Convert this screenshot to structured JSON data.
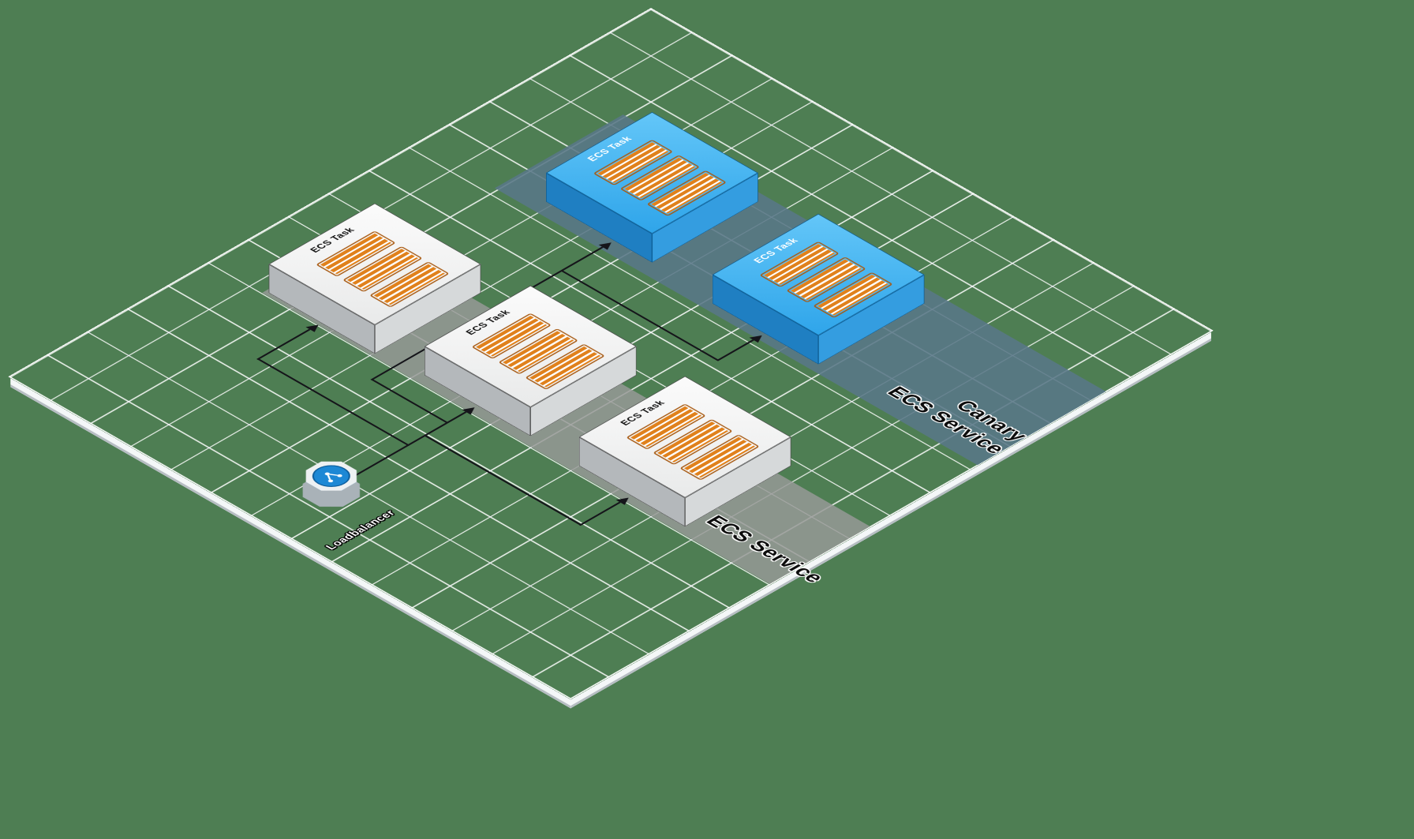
{
  "diagram": {
    "type": "isometric-architecture",
    "zones": {
      "standard": {
        "label": "ECS Service"
      },
      "canary": {
        "line1": "Canary",
        "line2": "ECS Service"
      }
    },
    "nodes": {
      "loadbalancer": {
        "label": "Loadbalancer"
      },
      "tasks": [
        {
          "id": "task-1",
          "label": "ECS Task",
          "service": "ECS Service"
        },
        {
          "id": "task-2",
          "label": "ECS Task",
          "service": "ECS Service"
        },
        {
          "id": "task-3",
          "label": "ECS Task",
          "service": "ECS Service"
        },
        {
          "id": "canary-task-1",
          "label": "ECS Task",
          "service": "Canary ECS Service"
        },
        {
          "id": "canary-task-2",
          "label": "ECS Task",
          "service": "Canary ECS Service"
        }
      ]
    },
    "connections": [
      {
        "from": "loadbalancer",
        "to": "task-1"
      },
      {
        "from": "loadbalancer",
        "to": "task-2"
      },
      {
        "from": "loadbalancer",
        "to": "task-3"
      },
      {
        "from": "loadbalancer",
        "to": "canary-task-1"
      },
      {
        "from": "loadbalancer",
        "to": "canary-task-2"
      }
    ]
  },
  "icons": {
    "loadbalancer": "share-nodes-icon",
    "task": "container-slats-icon"
  },
  "colors": {
    "bg": "#4e7e53",
    "zone-std": "rgba(150,152,150,0.84)",
    "zone-canary": "rgba(88,118,134,0.88)",
    "line": "#15151a",
    "task-border": "#4a4a4a",
    "task-side-l": "#b4b8bb",
    "task-side-r": "#d6d9da",
    "canary-border": "#0b5a8f",
    "canary-side-l": "#1f7fc2",
    "canary-side-r": "#349de0",
    "orange": "#e0811c",
    "orange-dark": "#a85a12",
    "lb-blue": "#1d88d5"
  }
}
